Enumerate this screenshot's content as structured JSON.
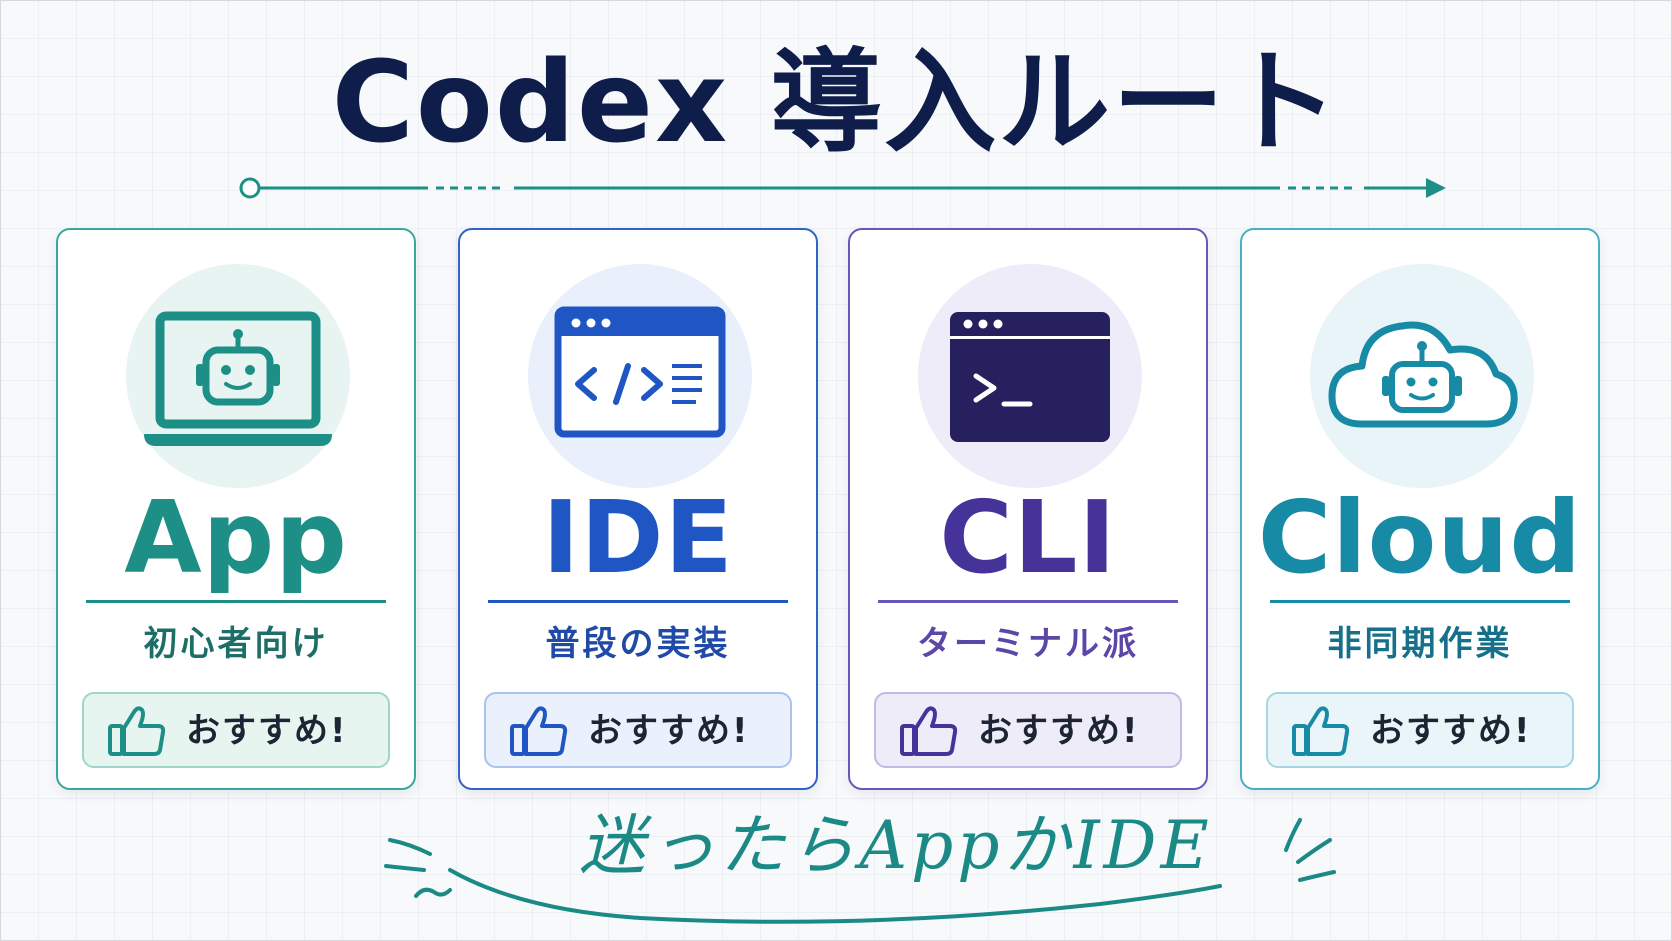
{
  "title": "Codex 導入ルート",
  "colors": {
    "navy": "#0f1d4a",
    "teal": "#1e8f86",
    "blue": "#1f56c4",
    "purple": "#45339a",
    "cyan": "#178aa6"
  },
  "cards": [
    {
      "name": "App",
      "subtitle": "初心者向け",
      "badge": "おすすめ!",
      "icon": "laptop-robot-icon"
    },
    {
      "name": "IDE",
      "subtitle": "普段の実装",
      "badge": "おすすめ!",
      "icon": "code-window-icon"
    },
    {
      "name": "CLI",
      "subtitle": "ターミナル派",
      "badge": "おすすめ!",
      "icon": "terminal-icon"
    },
    {
      "name": "Cloud",
      "subtitle": "非同期作業",
      "badge": "おすすめ!",
      "icon": "cloud-robot-icon"
    }
  ],
  "footer": {
    "note": "迷ったらAppかIDE"
  }
}
